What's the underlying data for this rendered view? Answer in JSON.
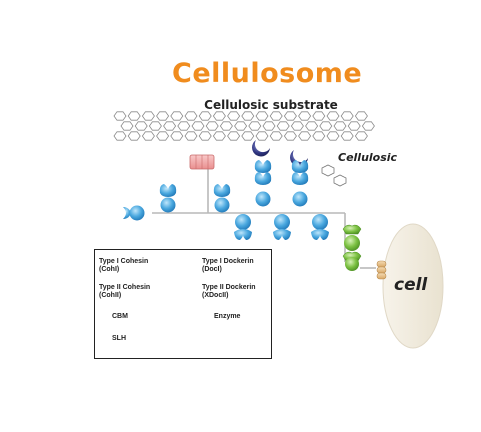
{
  "title": "Cellulosome",
  "substrate_label": "Cellulosic substrate",
  "cellulosic_label": "Cellulosic",
  "cell_label": "cell",
  "legend": {
    "type1_cohesin": "Type I Cohesin",
    "type1_cohesin_abbr": "(CohI)",
    "type1_dockerin": "Type I Dockerin",
    "type1_dockerin_abbr": "(DocI)",
    "type2_cohesin": "Type II Cohesin",
    "type2_cohesin_abbr": "(CohII)",
    "type2_dockerin": "Type II Dockerin",
    "type2_dockerin_abbr": "(XDocII)",
    "cbm": "CBM",
    "enzyme": "Enzyme",
    "slh": "SLH"
  },
  "colors": {
    "title": "#f08c1e",
    "cohesin_blue": "#4aa8df",
    "dockerin_blue": "#3f9ad6",
    "cohesin_green": "#7cc142",
    "enzyme_navy": "#2f3580",
    "cbm_pink": "#f2a7a7",
    "slh_tan": "#e9c79a",
    "cell_fill": "#f2ede2"
  }
}
